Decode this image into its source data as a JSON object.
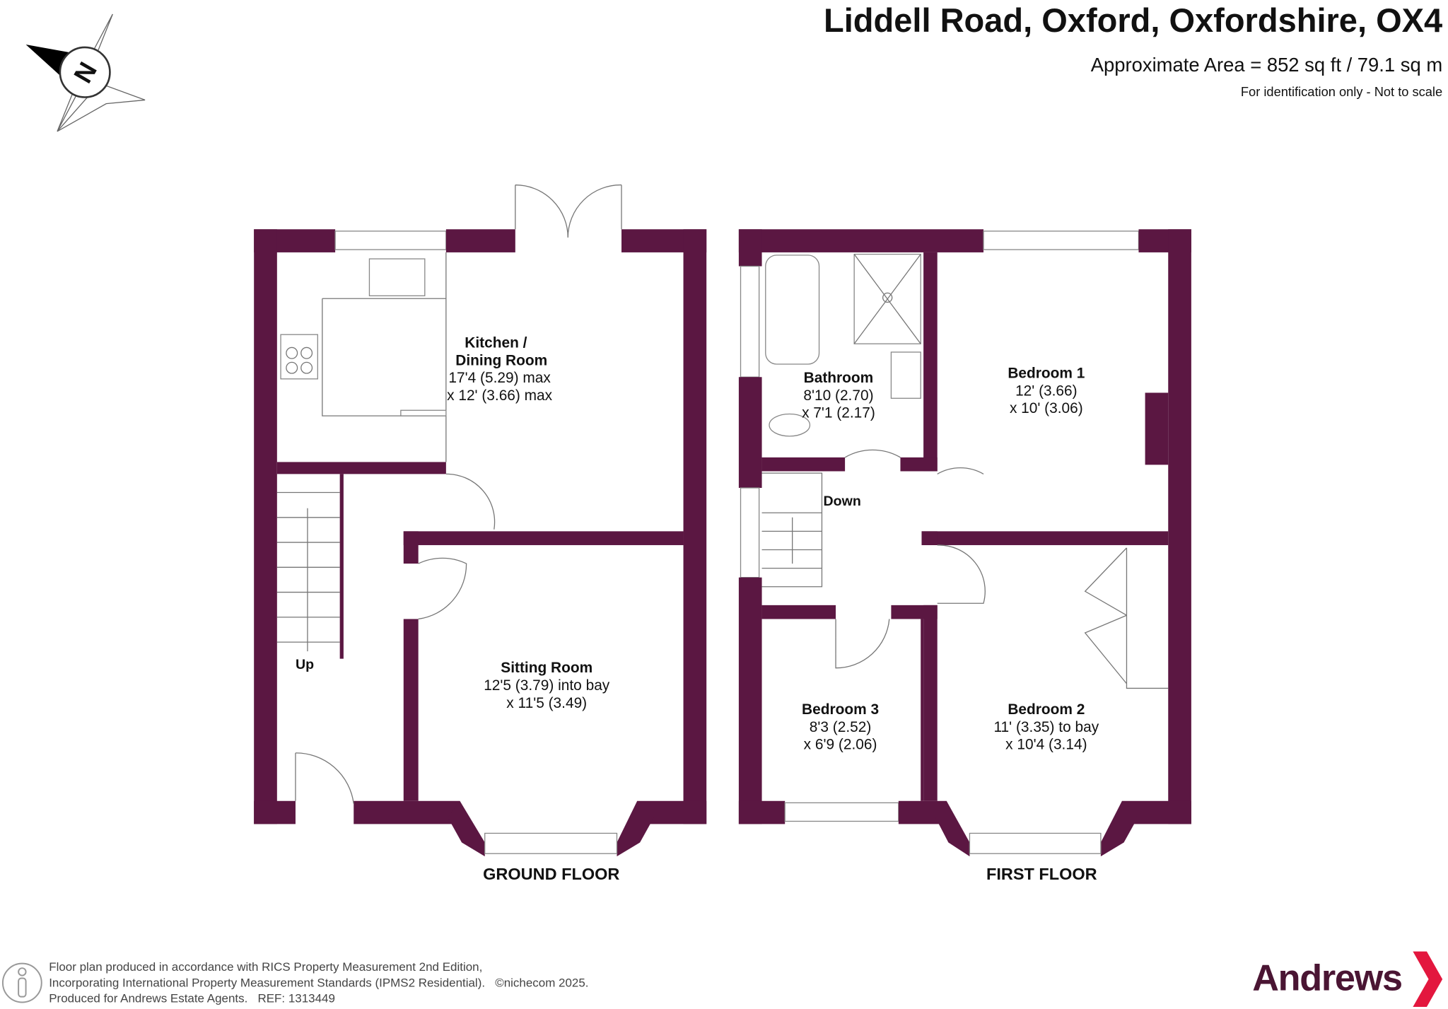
{
  "header": {
    "title": "Liddell Road, Oxford, Oxfordshire, OX4",
    "area": "Approximate Area = 852 sq ft / 79.1 sq m",
    "disclaimer": "For identification only - Not to scale"
  },
  "compass": {
    "label": "N"
  },
  "wall_color": "#5b1742",
  "ground_floor": {
    "label": "GROUND FLOOR",
    "stairs_label": "Up",
    "rooms": [
      {
        "name": "Kitchen /",
        "name2": "Dining Room",
        "dim1": "17'4 (5.29) max",
        "dim2": "x 12' (3.66) max"
      },
      {
        "name": "Sitting Room",
        "dim1": "12'5 (3.79) into bay",
        "dim2": "x 11'5 (3.49)"
      }
    ]
  },
  "first_floor": {
    "label": "FIRST FLOOR",
    "stairs_label": "Down",
    "rooms": [
      {
        "name": "Bathroom",
        "dim1": "8'10 (2.70)",
        "dim2": "x 7'1 (2.17)"
      },
      {
        "name": "Bedroom 1",
        "dim1": "12' (3.66)",
        "dim2": "x 10' (3.06)"
      },
      {
        "name": "Bedroom 3",
        "dim1": "8'3 (2.52)",
        "dim2": "x 6'9 (2.06)"
      },
      {
        "name": "Bedroom 2",
        "dim1": "11' (3.35) to bay",
        "dim2": "x 10'4 (3.14)"
      }
    ]
  },
  "footer": {
    "lines": [
      "Floor plan produced in accordance with RICS Property Measurement 2nd Edition,",
      "Incorporating International Property Measurement Standards (IPMS2 Residential).   ©nichecom 2025.",
      "Produced for Andrews Estate Agents.   REF: 1313449"
    ],
    "brand": "Andrews",
    "brand_color": "#4a1533",
    "accent_color": "#e3173e"
  }
}
